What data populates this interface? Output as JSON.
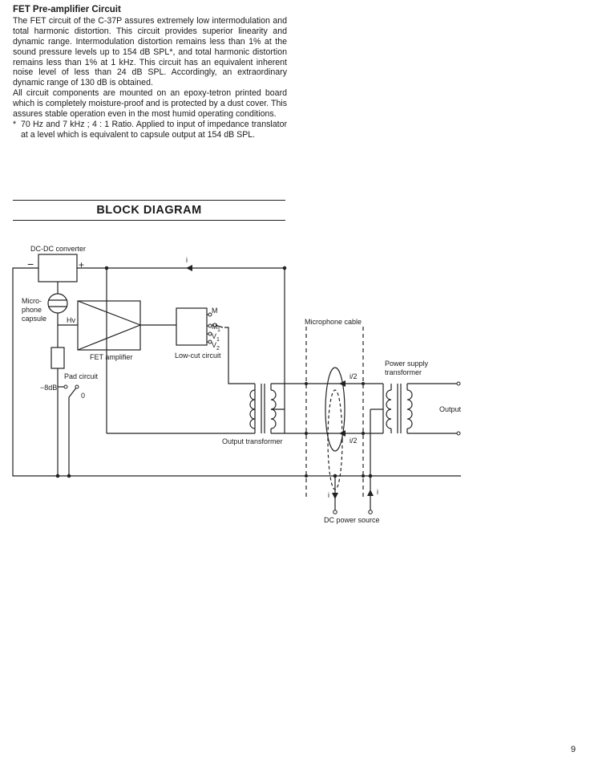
{
  "section": {
    "heading": "FET Pre-amplifier Circuit",
    "paragraph1": "The FET circuit of the C-37P assures extremely low intermodulation and total harmonic distortion.  This circuit provides superior linearity and dynamic range.  Intermodulation distortion remains less than 1% at the sound pressure levels up to 154 dB SPL*, and total harmonic distortion remains less than 1% at 1 kHz. This circuit has an equivalent inherent noise level of less than 24 dB SPL.  Accordingly, an extraordinary dynamic range of 130 dB is obtained.",
    "paragraph2": "All circuit components are mounted on an epoxy-tetron printed board which is completely moisture-proof and is protected by a dust cover.  This assures stable operation even in the most humid operating conditions.",
    "note_mark": "*",
    "note_text": "70 Hz and 7 kHz ; 4 : 1 Ratio.  Applied to input of impedance translator at a level which is equivalent to capsule output at 154 dB SPL."
  },
  "block_title": "BLOCK DIAGRAM",
  "diagram": {
    "dcdc_converter": "DC-DC converter",
    "minus": "−",
    "plus": "+",
    "microphone_capsule": [
      "Micro-",
      "phone",
      "capsule"
    ],
    "hv": "Hv",
    "fet_amplifier": "FET amplifier",
    "low_cut_circuit": "Low-cut circuit",
    "switch_m": "M",
    "switch_m1": "M",
    "switch_m1_sub": "1",
    "switch_v1": "V",
    "switch_v1_sub": "1",
    "switch_v2": "V",
    "switch_v2_sub": "2",
    "pad_circuit": "Pad circuit",
    "pad_8db": "−8dB",
    "pad_0": "0",
    "current_top": "i",
    "microphone_cable": "Microphone cable",
    "current_half_top": "i/2",
    "current_half_bottom": "i/2",
    "power_supply_transformer": [
      "Power supply",
      "transformer"
    ],
    "output": "Output",
    "output_transformer": "Output transformer",
    "current_down": "i",
    "current_up": "i",
    "dc_power_source": "DC power source"
  },
  "page_number": "9"
}
